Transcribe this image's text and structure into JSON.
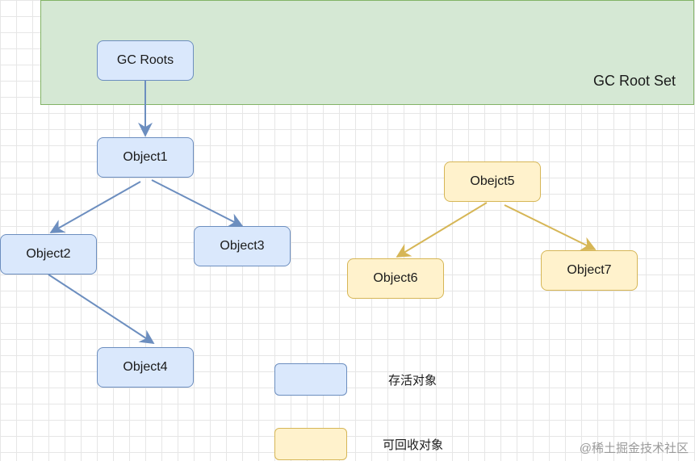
{
  "root_set": {
    "label": "GC Root Set"
  },
  "nodes": {
    "gc_roots": "GC Roots",
    "object1": "Object1",
    "object2": "Object2",
    "object3": "Object3",
    "object4": "Object4",
    "object5": "Obejct5",
    "object6": "Object6",
    "object7": "Object7"
  },
  "legend": {
    "alive": "存活对象",
    "collectable": "可回收对象"
  },
  "colors": {
    "alive_fill": "#dae8fc",
    "alive_stroke": "#6c8ebf",
    "collectable_fill": "#fff2cc",
    "collectable_stroke": "#d6b656",
    "root_set_fill": "#d5e8d4",
    "root_set_stroke": "#82b366"
  },
  "watermark": "@稀土掘金技术社区"
}
